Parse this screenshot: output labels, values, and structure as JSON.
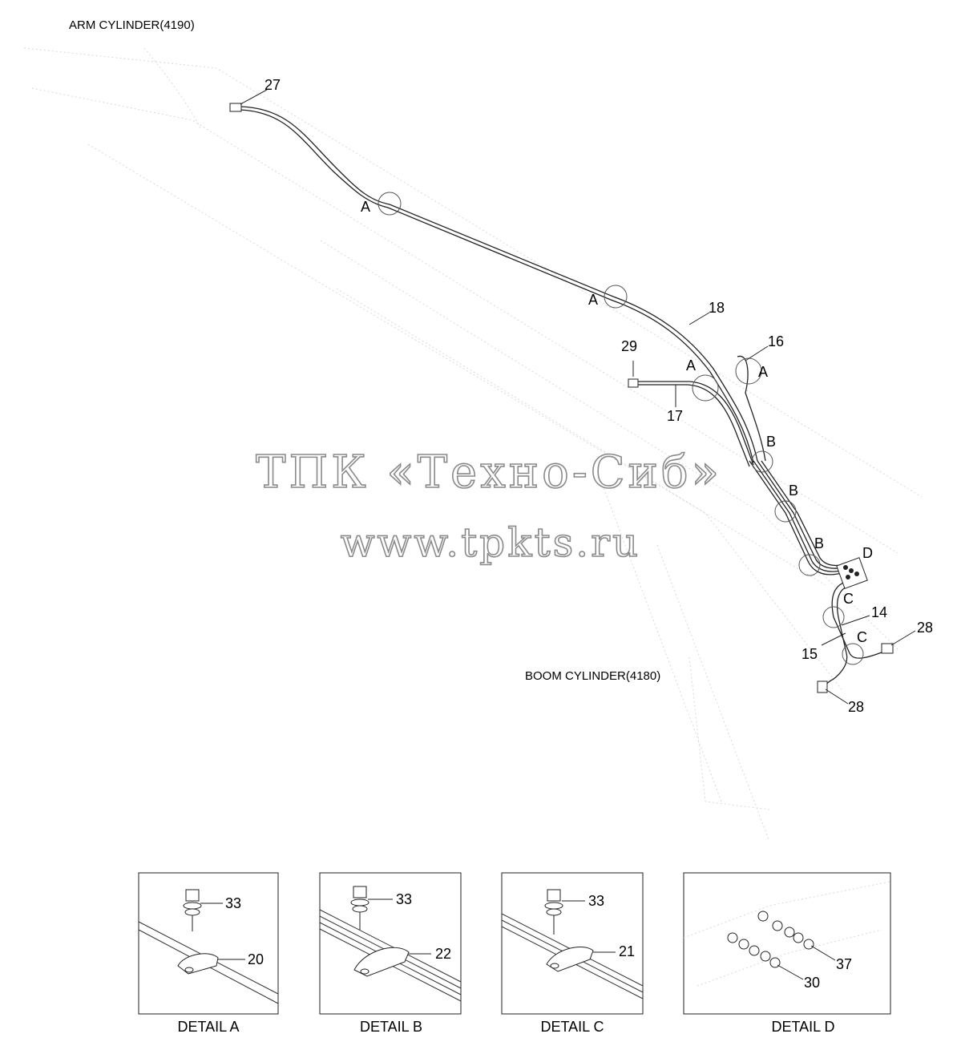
{
  "labels": {
    "arm_cylinder": "ARM CYLINDER(4190)",
    "boom_cylinder": "BOOM CYLINDER(4180)"
  },
  "callouts": {
    "p27": "27",
    "p18": "18",
    "p16": "16",
    "p29": "29",
    "p17": "17",
    "p14": "14",
    "p15": "15",
    "p28a": "28",
    "p28b": "28",
    "a1": "A",
    "a2": "A",
    "a3": "A",
    "a4": "A",
    "b1": "B",
    "b2": "B",
    "b3": "B",
    "c1": "C",
    "c2": "C",
    "d1": "D"
  },
  "details": [
    {
      "caption": "DETAIL  A",
      "bolt": "33",
      "clamp": "20"
    },
    {
      "caption": "DETAIL  B",
      "bolt": "33",
      "clamp": "22"
    },
    {
      "caption": "DETAIL  C",
      "bolt": "33",
      "clamp": "21"
    },
    {
      "caption": "DETAIL  D",
      "fit1": "37",
      "fit2": "30"
    }
  ],
  "watermark": {
    "line1": "ТПК «Техно-Сиб»",
    "line2": "www.tpkts.ru"
  }
}
